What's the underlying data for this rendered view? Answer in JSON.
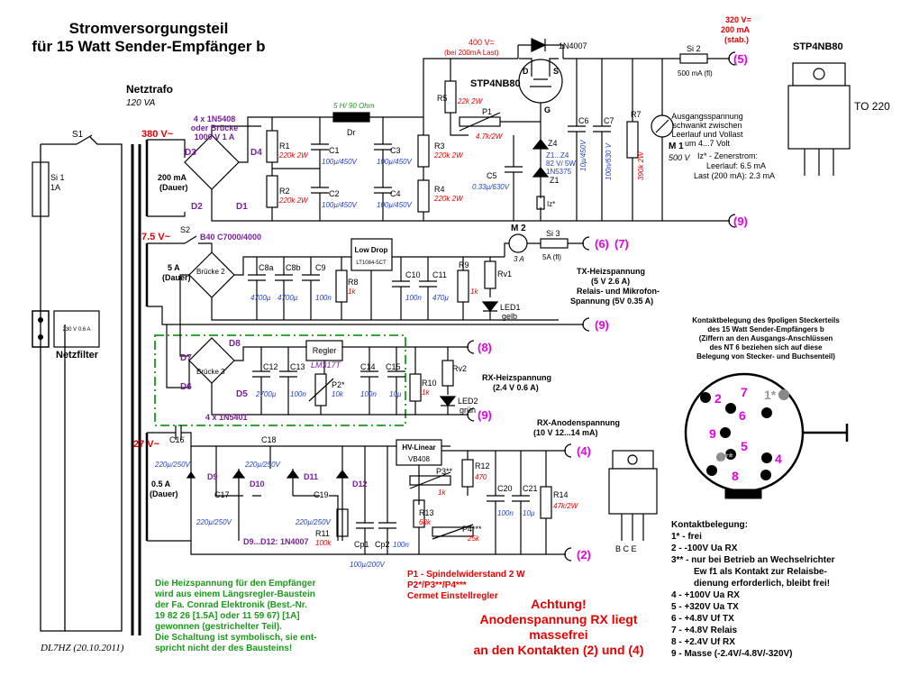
{
  "title": {
    "line1": "Stromversorgungsteil",
    "line2": "für 15 Watt Sender-Empfänger b"
  },
  "netztrafo": {
    "label": "Netztrafo",
    "power": "120 VA"
  },
  "mains": {
    "s1": "S1",
    "si1": "Si 1",
    "si1_val": "1A",
    "filter_inner": "230 V 0.6 A",
    "filter_label": "Netzfilter"
  },
  "w380": {
    "voltage": "380 V~",
    "current": "200 mA",
    "current_note": "(Dauer)",
    "bridge_note": [
      "4 x 1N5408",
      "oder Brücke",
      "1000 V 1 A"
    ],
    "d1": "D1",
    "d2": "D2",
    "d3": "D3",
    "d4": "D4",
    "r1": "R1",
    "r1v": "220k 2W",
    "r2": "R2",
    "r2v": "220k 2W",
    "c1": "C1",
    "c1v": "100µ/450V",
    "c2": "C2",
    "c2v": "100µ/450V",
    "c3": "C3",
    "c3v": "100µ/450V",
    "c4": "C4",
    "c4v": "100µ/450V",
    "dr": "Dr",
    "drv": "5 H/ 90 Ohm",
    "r3": "R3",
    "r3v": "220k 2W",
    "r4": "R4",
    "r4v": "220k 2W",
    "r5": "R5",
    "r5v": "22k 2W",
    "p1": "P1",
    "p1v": "4.7k/2W",
    "c5": "C5",
    "c5v": "0.33µ/630V",
    "v400": "400 V=",
    "v400_note": "(bei 200mA Last)",
    "diode_1n4007": "1N4007",
    "mosfet": "STP4NB80",
    "pin_d": "D",
    "pin_s": "S",
    "pin_g": "G",
    "z4": "Z4",
    "z_range": "Z1...Z4",
    "z_spec": "82 V/ 5W",
    "z_type": "1N5375",
    "z1": "Z1",
    "iz": "Iz*",
    "c6": "C6",
    "c6v": "10µ/450V",
    "c7": "C7",
    "c7v": "100n/630 V",
    "r7": "R7",
    "r7v": "390k 2W",
    "m1": "M 1",
    "m1v": "500 V",
    "si2": "Si 2",
    "si2v": "500 mA (fl)",
    "out_v": "320 V=",
    "out_i": "200 mA",
    "out_note": "(stab.)",
    "note_lines": [
      "Ausgangsspannung",
      "schwankt zwischen",
      "Leerlauf und Vollast",
      "um 4...7 Volt"
    ],
    "iz_lines": [
      "Iz* -  Zenerstrom:",
      "Leerlauf: 6.5 mA",
      "Last (200 mA): 2.3 mA"
    ]
  },
  "w75": {
    "voltage": "7.5 V~",
    "s2": "S2",
    "bridge": "B40 C7000/4000",
    "current": "5 A",
    "current_note": "(Dauer)",
    "bruecke2": "Brücke 2",
    "c8a": "C8a",
    "c8av": "4700µ",
    "c8b": "C8b",
    "c8bv": "4700µ",
    "c9": "C9",
    "c9v": "100n",
    "r8": "R8",
    "r8v": "1k",
    "ldo": "Low Drop",
    "ldo_type": "LT1084-5CT",
    "c10": "C10",
    "c10v": "100n",
    "c11": "C11",
    "c11v": "470µ",
    "r9": "R9",
    "r9v": "1k",
    "rv1": "Rv1",
    "led1": "LED1",
    "led1c": "gelb",
    "m2": "M 2",
    "m2v": "3 A",
    "si3": "Si 3",
    "si3v": "5A (fl)",
    "tx_heiz": [
      "TX-Heizspannung",
      "(5 V 2.6 A)",
      "Relais- und Mikrofon-",
      "Spannung (5V 0.35 A)"
    ]
  },
  "rxheiz": {
    "d5": "D5",
    "d6": "D6",
    "d7": "D7",
    "d8": "D8",
    "bruecke3": "Brücke 3",
    "diodes": "4 x 1N5401",
    "regler": "Regler",
    "regler_type": "LM317T",
    "c12": "C12",
    "c12v": "2700µ",
    "c13": "C13",
    "c13v": "100n",
    "p2": "P2*",
    "p2v": "10k",
    "c14": "C14",
    "c14v": "100n",
    "c15": "C15",
    "c15v": "10µ",
    "r10": "R10",
    "r10v": "1k",
    "rv2": "Rv2",
    "led2": "LED2",
    "led2c": "grün",
    "label": [
      "RX-Heizspannung",
      "(2.4 V 0.6 A)"
    ]
  },
  "w27": {
    "voltage": "27 V~",
    "current": "0.5 A",
    "current_note": "(Dauer)",
    "c16": "C16",
    "c16v": "220µ/250V",
    "c17": "C17",
    "c17v": "220µ/250V",
    "c18": "C18",
    "c18v": "220µ/250V",
    "c19": "C19",
    "c19v": "220µ/250V",
    "d9": "D9",
    "d10": "D10",
    "d11": "D11",
    "d12": "D12",
    "diodes_note": "D9...D12: 1N4007",
    "r11": "R11",
    "r11v": "100k",
    "cp1": "Cp1",
    "cp2": "Cp2",
    "cpv": "100n",
    "cp_rating": "100µ/200V",
    "hv": "HV-Linear",
    "hv_type": "VB408",
    "p3": "P3**",
    "p3v": "1k",
    "r12": "R12",
    "r12v": "470",
    "r13": "R13",
    "r13v": "68k",
    "p4": "P4***",
    "p4v": "25k",
    "c20": "C20",
    "c20v": "100n",
    "c21": "C21",
    "c21v": "10µ",
    "r14": "R14",
    "r14v": "47k/2W",
    "anoden": [
      "RX-Anodenspannung",
      "(10 V 12...14 mA)"
    ]
  },
  "potis": [
    "P1 - Spindelwiderstand 2 W",
    "P2*/P3**/P4***",
    "Cermet Einstellregler"
  ],
  "outputs": {
    "o5": "(5)",
    "o9a": "(9)",
    "o6": "(6)",
    "o7": "(7)",
    "o9b": "(9)",
    "o8": "(8)",
    "o9c": "(9)",
    "o4": "(4)",
    "o2": "(2)"
  },
  "transistor": {
    "name": "STP4NB80",
    "package": "TO 220",
    "pins": "B C E"
  },
  "connector": {
    "title": [
      "Kontaktbelegung des 9poligen Steckerteils",
      "des 15 Watt Sender-Empfängers b",
      "(Ziffern an den Ausgangs-Anschlüssen",
      "des NT 6 beziehen sich auf diese",
      "Belegung von Stecker- und Buchsenteil)"
    ],
    "pins": [
      "2",
      "7",
      "1*",
      "6",
      "9",
      "5",
      "4",
      "3**",
      "8"
    ]
  },
  "kontakt": {
    "heading": "Kontaktbelegung:",
    "lines": [
      "1* - frei",
      "2  - -100V Ua RX",
      "3** - nur bei Betrieb an Wechselrichter",
      "Ew f1 als Kontakt zur Relaisbe-",
      "dienung erforderlich, bleibt frei!",
      "4  - +100V Ua RX",
      "5  - +320V Ua TX",
      "6  - +4.8V Uf TX",
      "7  - +4.8V Relais",
      "8  - +2.4V Uf RX",
      "9  - Masse (-2.4V/-4.8V/-320V)"
    ]
  },
  "green_note": [
    "Die Heizspannung für den Empfänger",
    "wird aus einem Längsregler-Baustein",
    "der Fa. Conrad Elektronik (Best.-Nr.",
    "19 82 26 [1.5A] oder 11 59 67) [1A]",
    "gewonnen (gestrichelter Teil).",
    "Die Schaltung ist symbolisch, sie ent-",
    "spricht nicht der des Bausteins!"
  ],
  "achtung": [
    "Achtung!",
    "Anodenspannung RX liegt",
    "massefrei",
    "an den Kontakten (2) und (4)"
  ],
  "author": "DL7HZ (20.10.2011)",
  "colors": {
    "red": "#e60000",
    "blue": "#1f3fbf",
    "magenta": "#e600e6",
    "green": "#1a9a1a",
    "purple": "#7a1fa0",
    "black": "#000000"
  }
}
